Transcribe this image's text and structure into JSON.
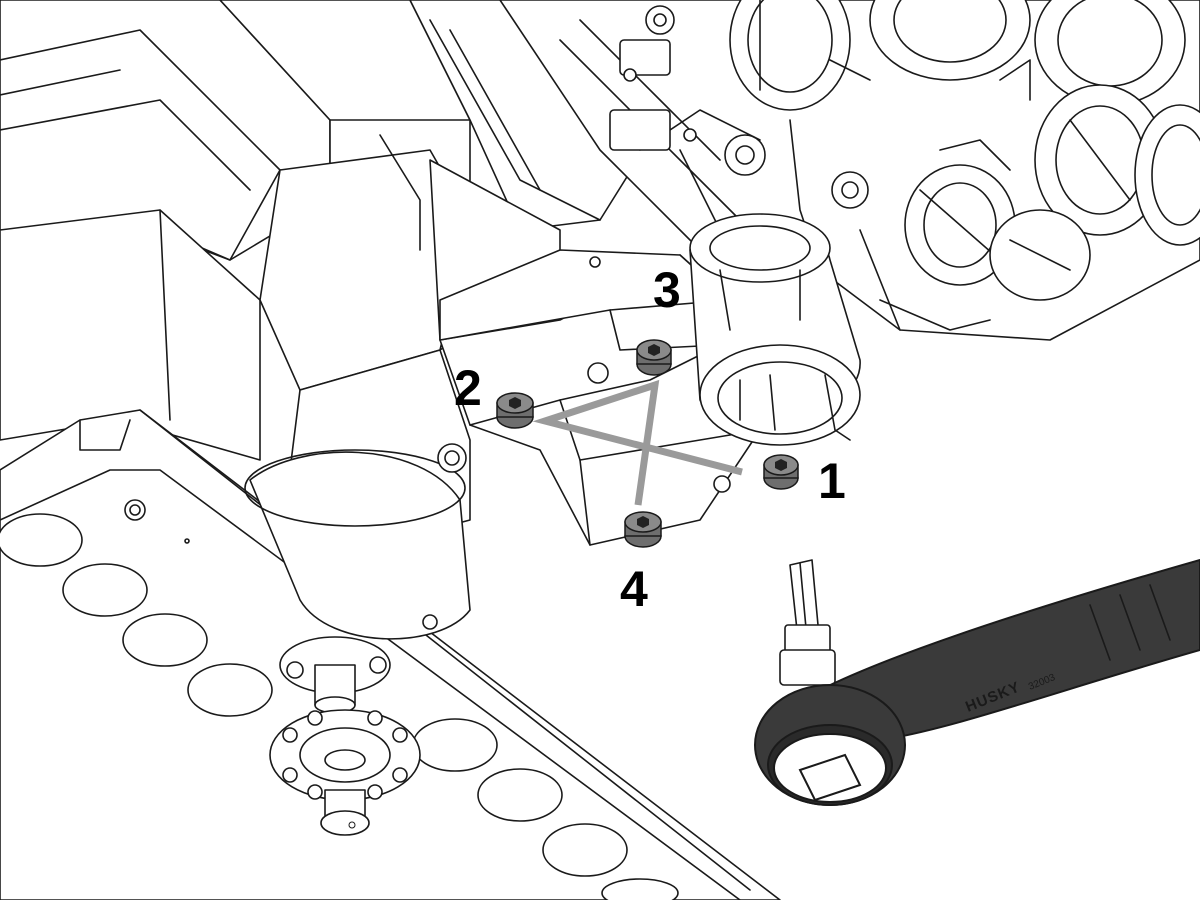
{
  "callouts": [
    {
      "id": "1",
      "label": "1"
    },
    {
      "id": "2",
      "label": "2"
    },
    {
      "id": "3",
      "label": "3"
    },
    {
      "id": "4",
      "label": "4"
    }
  ],
  "tool": {
    "brand": "HUSKY",
    "model": "32003"
  },
  "colors": {
    "line": "#1a1a1a",
    "background": "#ffffff",
    "sequence_path": "#9a9a9a",
    "bolt_fill": "#6e6e6e",
    "wrench_fill": "#3a3a3a"
  }
}
